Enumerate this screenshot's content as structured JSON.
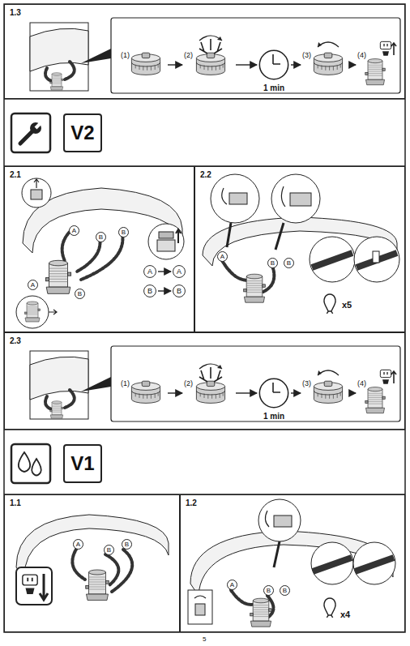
{
  "diagram": {
    "nodes": [
      {
        "text": [
          "1.3"
        ]
      },
      {
        "text": [
          "(1)"
        ],
        "in": 0
      },
      {
        "text": [
          "(2)"
        ],
        "in": 0
      },
      {
        "text": [
          "1 min"
        ],
        "in": 0
      },
      {
        "text": [
          "(3)"
        ],
        "in": 0
      },
      {
        "text": [
          "(4)"
        ],
        "in": 0
      },
      {
        "text": [
          "V2"
        ]
      },
      {
        "text": [
          "2.1"
        ]
      },
      {
        "text": [
          "A"
        ],
        "in": 7
      },
      {
        "text": [
          "A"
        ],
        "in": 7
      },
      {
        "text": [
          "B"
        ],
        "in": 7
      },
      {
        "text": [
          "B"
        ],
        "in": 7
      },
      {
        "text": [
          "2.2"
        ]
      },
      {
        "text": [
          "2.3"
        ]
      },
      {
        "text": [
          "(1)"
        ],
        "in": 13
      },
      {
        "text": [
          "(2)"
        ],
        "in": 13
      },
      {
        "text": [
          "1 min"
        ],
        "in": 13
      },
      {
        "text": [
          "(3)"
        ],
        "in": 13
      },
      {
        "text": [
          "(4)"
        ],
        "in": 13
      },
      {
        "text": [
          "V1"
        ]
      },
      {
        "text": [
          "1.1"
        ]
      },
      {
        "text": [
          "1.2"
        ]
      }
    ],
    "edges": [
      {
        "from": 1,
        "to": 2,
        "arrow": "to"
      },
      {
        "from": 2,
        "to": 3,
        "arrow": "to"
      },
      {
        "from": 3,
        "to": 4,
        "arrow": "to"
      },
      {
        "from": 4,
        "to": 5,
        "arrow": "to"
      },
      {
        "from": 8,
        "to": 9,
        "arrow": "to"
      },
      {
        "from": 10,
        "to": 11,
        "arrow": "to"
      },
      {
        "from": 14,
        "to": 15,
        "arrow": "to"
      },
      {
        "from": 15,
        "to": 16,
        "arrow": "to"
      },
      {
        "from": 16,
        "to": 17,
        "arrow": "to"
      },
      {
        "from": 17,
        "to": 18,
        "arrow": "to"
      }
    ],
    "labels": [
      "A",
      "B",
      "B",
      "A",
      "B",
      "A",
      "B",
      "B",
      "x5",
      "A",
      "B",
      "B",
      "A",
      "B",
      "B",
      "x4",
      "5"
    ]
  }
}
